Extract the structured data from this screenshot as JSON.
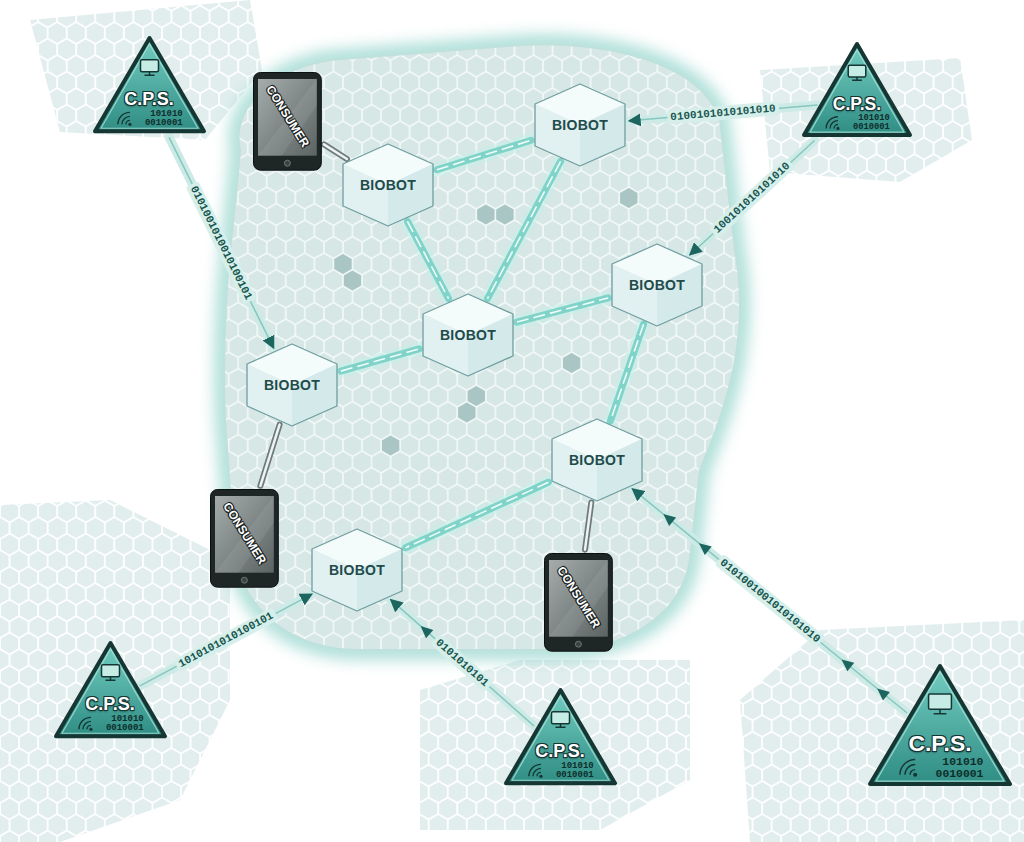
{
  "diagram": {
    "nodes": [
      {
        "text": [
          "C.P.S.",
          "101010 0010001"
        ]
      },
      {
        "text": [
          "C.P.S.",
          "101010 0010001"
        ]
      },
      {
        "text": [
          "CONSUMER"
        ]
      },
      {
        "text": [
          "BIOBOT"
        ]
      },
      {
        "text": [
          "BIOBOT"
        ]
      },
      {
        "text": [
          "BIOBOT"
        ]
      },
      {
        "text": [
          "BIOBOT"
        ]
      },
      {
        "text": [
          "BIOBOT"
        ]
      },
      {
        "text": [
          "BIOBOT"
        ]
      },
      {
        "text": [
          "CONSUMER"
        ]
      },
      {
        "text": [
          "BIOBOT"
        ]
      },
      {
        "text": [
          "CONSUMER"
        ]
      },
      {
        "text": [
          "C.P.S.",
          "101010 0010001"
        ]
      },
      {
        "text": [
          "C.P.S.",
          "101010 0010001"
        ]
      },
      {
        "text": [
          "C.P.S.",
          "101010 0010001"
        ]
      }
    ],
    "edges": [
      {
        "from": 0,
        "to": 7,
        "arrow": "to",
        "label": "0101001010010100101"
      },
      {
        "from": 1,
        "to": 3,
        "arrow": "to",
        "label": "0100101010101010"
      },
      {
        "from": 1,
        "to": 5,
        "arrow": "to",
        "label": "100101010101010"
      },
      {
        "from": 12,
        "to": 10,
        "arrow": "to",
        "label": "1010101010100101"
      },
      {
        "from": 13,
        "to": 10,
        "arrow": "to",
        "label": "0101010101"
      },
      {
        "from": 14,
        "to": 8,
        "arrow": "to",
        "label": "0101001001010101010"
      },
      {
        "from": 2,
        "to": 4,
        "arrow": "none"
      },
      {
        "from": 4,
        "to": 3,
        "arrow": "none"
      },
      {
        "from": 3,
        "to": 6,
        "arrow": "none"
      },
      {
        "from": 4,
        "to": 6,
        "arrow": "none"
      },
      {
        "from": 7,
        "to": 6,
        "arrow": "none"
      },
      {
        "from": 6,
        "to": 5,
        "arrow": "none"
      },
      {
        "from": 5,
        "to": 8,
        "arrow": "none"
      },
      {
        "from": 8,
        "to": 10,
        "arrow": "none"
      },
      {
        "from": 9,
        "to": 7,
        "arrow": "none"
      },
      {
        "from": 11,
        "to": 8,
        "arrow": "none"
      }
    ]
  }
}
